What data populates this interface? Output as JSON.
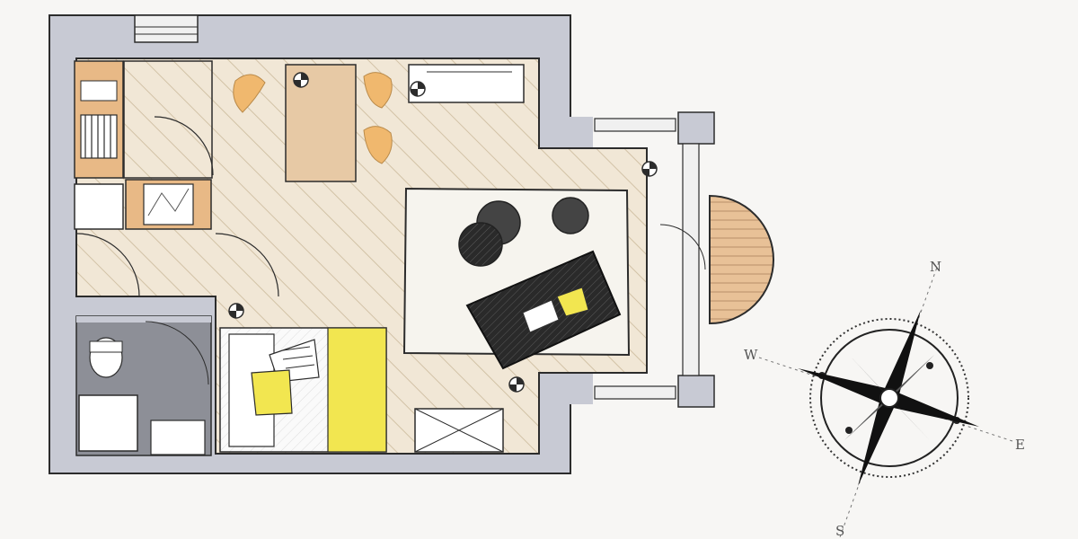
{
  "plan": {
    "colors": {
      "paper": "#f7f6f4",
      "wall": "#c8cad4",
      "wall_stroke": "#2c2c2c",
      "floor": "#f1e7d6",
      "floor_hatch": "#d2c2a6",
      "wood": "#e8b986",
      "pale_wood": "#e7c9a5",
      "tile": "#8d8f97",
      "rug": "#f6f4ee",
      "dark": "#232323",
      "yellow": "#f2e650",
      "balcony": "#e8c197"
    },
    "icons": [
      "window-icon",
      "door-swing-icon",
      "light-fixture-icon",
      "chair-icon",
      "toilet-icon",
      "sink-icon",
      "pillow-icon",
      "armchair-icon"
    ]
  },
  "compass": {
    "north": "N",
    "south": "S",
    "east": "E",
    "west": "W"
  }
}
